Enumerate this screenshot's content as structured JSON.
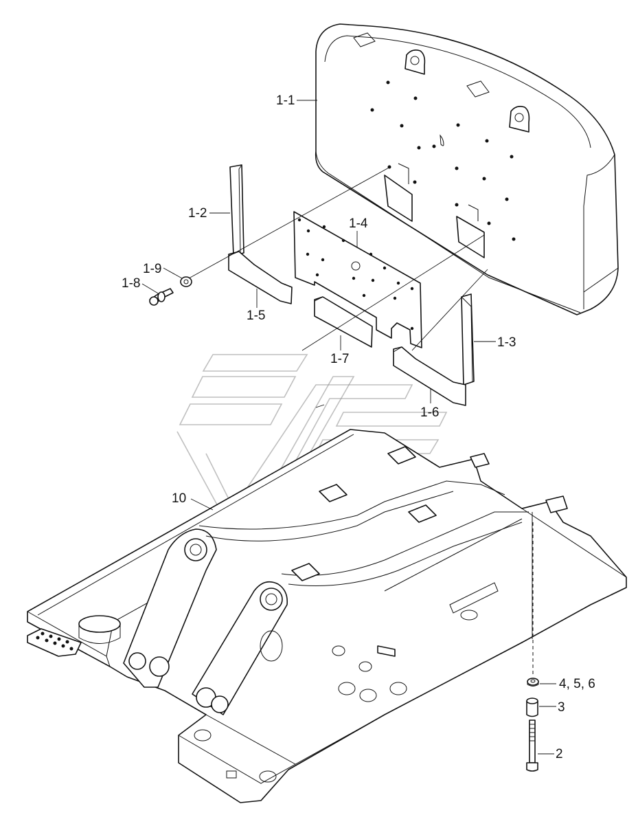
{
  "callouts": {
    "c_1_1": "1-1",
    "c_1_2": "1-2",
    "c_1_3": "1-3",
    "c_1_4": "1-4",
    "c_1_5": "1-5",
    "c_1_6": "1-6",
    "c_1_7": "1-7",
    "c_1_8": "1-8",
    "c_1_9": "1-9",
    "c_10": "10",
    "c_2": "2",
    "c_3": "3",
    "c_456": "4, 5, 6"
  }
}
